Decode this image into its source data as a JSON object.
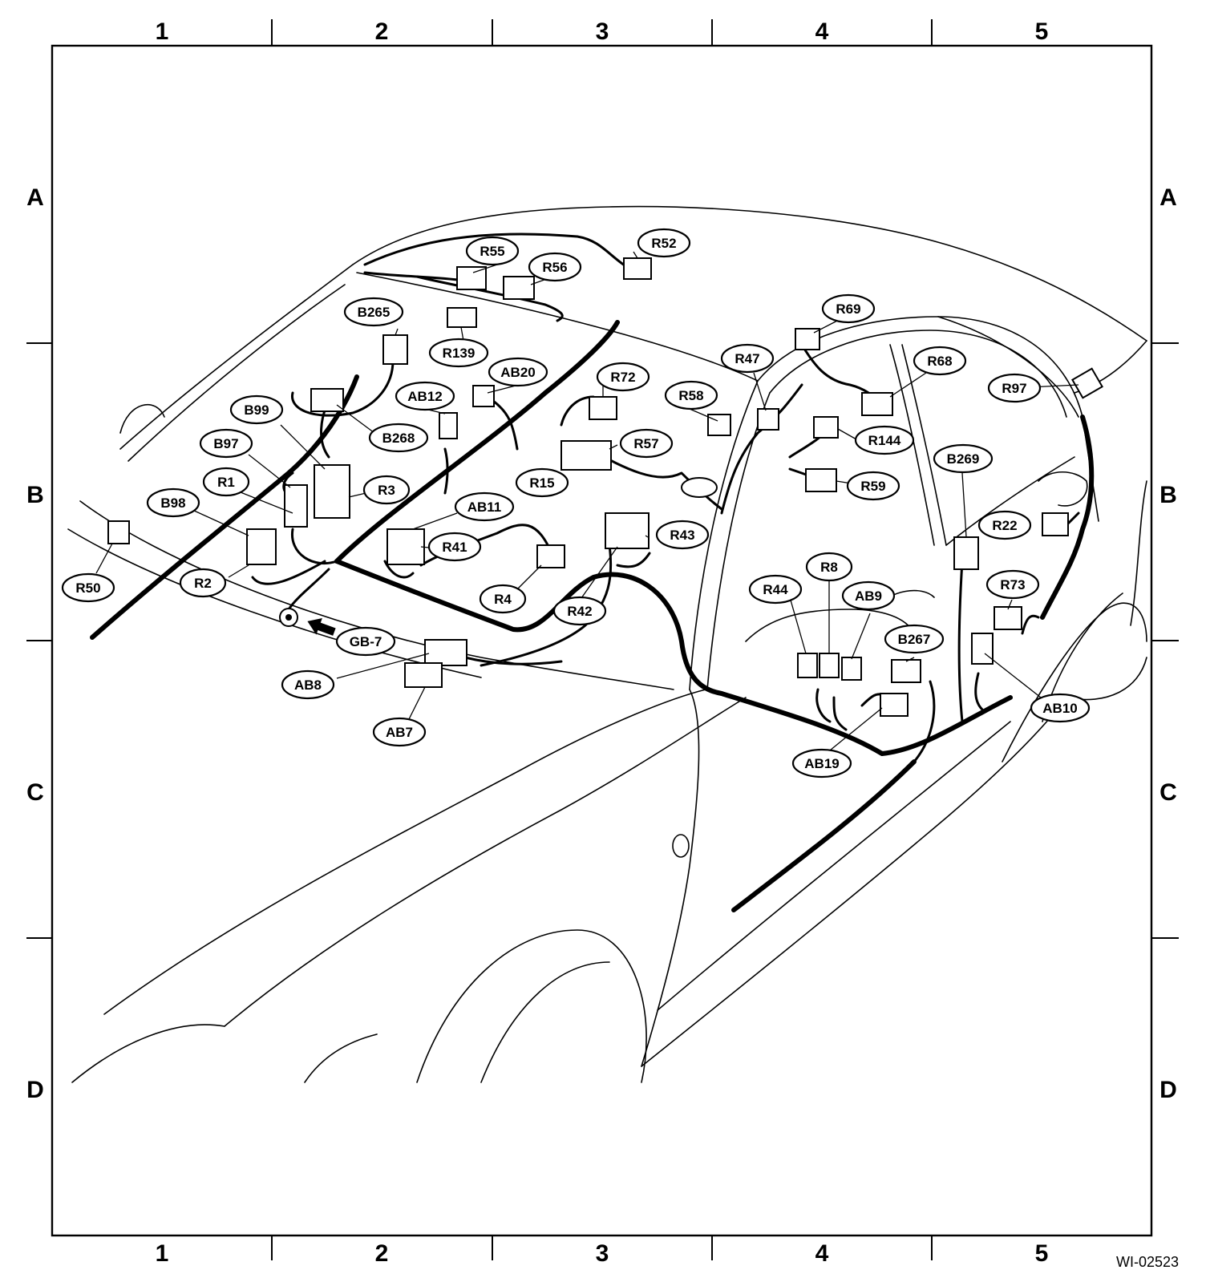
{
  "frame": {
    "columns": [
      "1",
      "2",
      "3",
      "4",
      "5"
    ],
    "rows": [
      "A",
      "B",
      "C",
      "D"
    ],
    "figure_id": "WI-02523"
  },
  "callouts": [
    {
      "label": "R52"
    },
    {
      "label": "R55"
    },
    {
      "label": "R56"
    },
    {
      "label": "B265"
    },
    {
      "label": "R139"
    },
    {
      "label": "AB20"
    },
    {
      "label": "R72"
    },
    {
      "label": "R58"
    },
    {
      "label": "R47"
    },
    {
      "label": "R69"
    },
    {
      "label": "R68"
    },
    {
      "label": "R97"
    },
    {
      "label": "AB12"
    },
    {
      "label": "B99"
    },
    {
      "label": "B268"
    },
    {
      "label": "B97"
    },
    {
      "label": "R57"
    },
    {
      "label": "R144"
    },
    {
      "label": "B269"
    },
    {
      "label": "R1"
    },
    {
      "label": "R3"
    },
    {
      "label": "R15"
    },
    {
      "label": "R59"
    },
    {
      "label": "B98"
    },
    {
      "label": "AB11"
    },
    {
      "label": "R22"
    },
    {
      "label": "R43"
    },
    {
      "label": "R41"
    },
    {
      "label": "R8"
    },
    {
      "label": "R50"
    },
    {
      "label": "R2"
    },
    {
      "label": "R4"
    },
    {
      "label": "R44"
    },
    {
      "label": "AB9"
    },
    {
      "label": "R73"
    },
    {
      "label": "R42"
    },
    {
      "label": "GB-7"
    },
    {
      "label": "B267"
    },
    {
      "label": "AB8"
    },
    {
      "label": "AB10"
    },
    {
      "label": "AB7"
    },
    {
      "label": "AB19"
    }
  ]
}
